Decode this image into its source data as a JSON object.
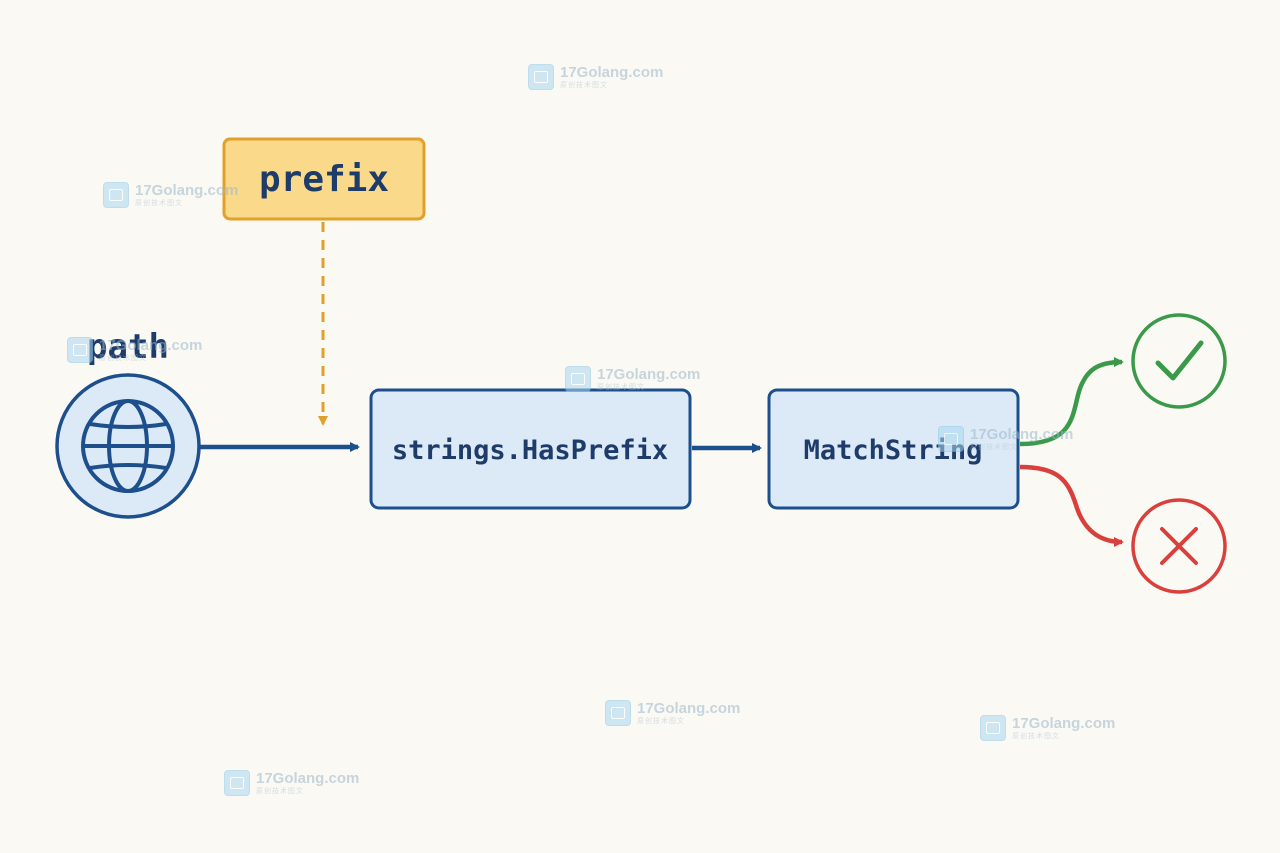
{
  "nodes": {
    "prefix_label": "prefix",
    "path_label": "path",
    "hasprefix_label": "strings.HasPrefix",
    "matchstring_label": "MatchString"
  },
  "watermark": {
    "text": "17Golang.com",
    "subtext": "原创技术图文"
  },
  "colors": {
    "background": "#fbf9f4",
    "primary_blue": "#1d4f8c",
    "box_fill": "#dce9f7",
    "prefix_fill": "#fbd98a",
    "prefix_border": "#e0a12a",
    "success": "#3a9a4a",
    "failure": "#d9403c"
  },
  "icons": {
    "path_icon": "globe-icon",
    "success_icon": "check-circle-icon",
    "failure_icon": "x-circle-icon"
  }
}
